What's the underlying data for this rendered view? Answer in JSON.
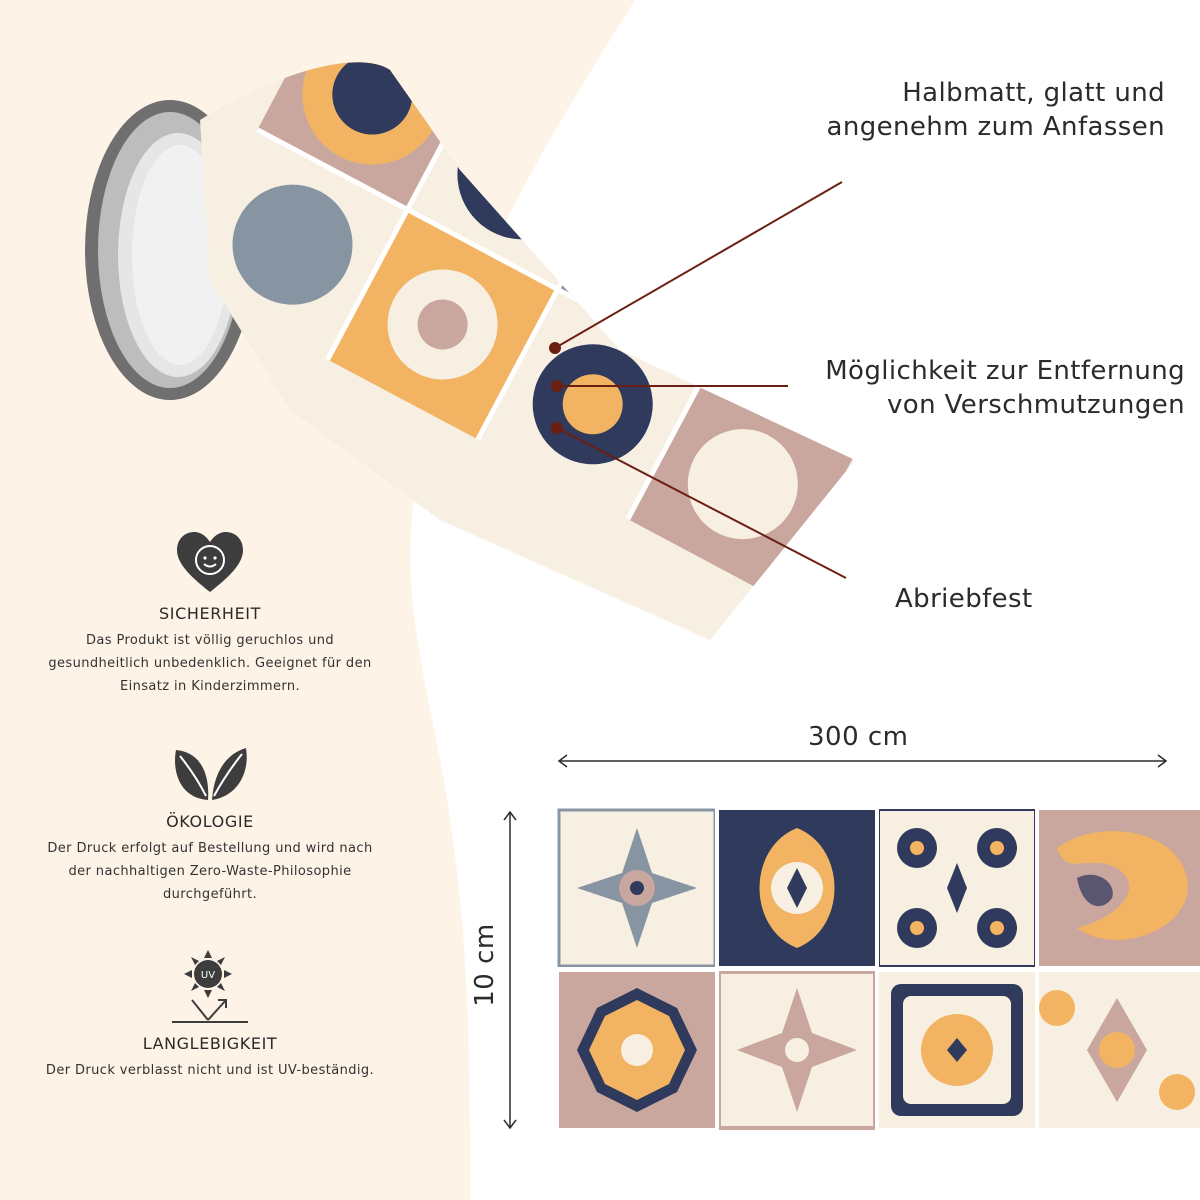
{
  "callouts": {
    "line1": "Halbmatt, glatt und",
    "line2": "angenehm zum Anfassen",
    "line3": "Möglichkeit zur Entfernung",
    "line4": "von Verschmutzungen",
    "line5": "Abriebfest"
  },
  "features": [
    {
      "icon": "heart-baby-icon",
      "title": "SICHERHEIT",
      "desc": "Das Produkt ist völlig geruchlos und gesundheitlich unbedenklich. Geeignet für den Einsatz in Kinderzimmern."
    },
    {
      "icon": "leaves-icon",
      "title": "ÖKOLOGIE",
      "desc": "Der Druck erfolgt auf Bestellung und wird nach der nachhaltigen Zero-Waste-Philosophie durchgeführt."
    },
    {
      "icon": "uv-sun-icon",
      "title": "LANGLEBIGKEIT",
      "desc": "Der Druck verblasst nicht und ist UV-beständig.",
      "uv": "UV"
    }
  ],
  "dimensions": {
    "length": "300 cm",
    "height": "10 cm"
  },
  "colors": {
    "background_wave": "#fdf3e6",
    "navy": "#2f3a5c",
    "orange": "#f2b463",
    "mauve": "#c9a79e",
    "grey_blue": "#8795a3",
    "cream": "#f8efe3",
    "leader": "#6b1f12"
  }
}
